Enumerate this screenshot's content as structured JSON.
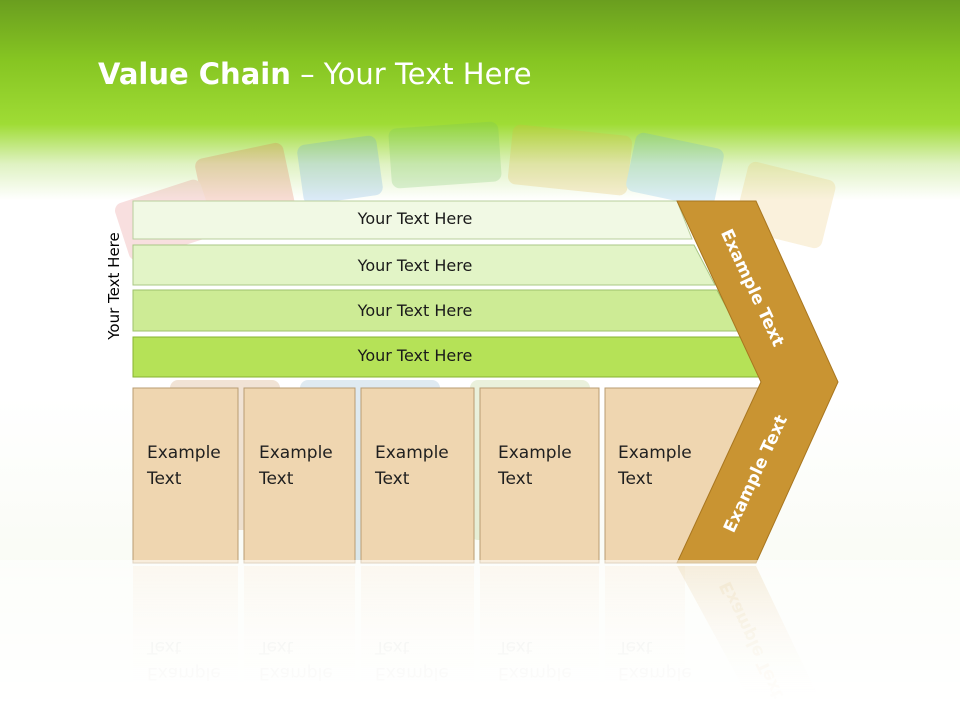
{
  "title": {
    "bold": "Value Chain",
    "rest": " – Your Text Here"
  },
  "side_label": "Your Text Here",
  "bars": [
    {
      "label": "Your Text Here"
    },
    {
      "label": "Your Text Here"
    },
    {
      "label": "Your Text Here"
    },
    {
      "label": "Your Text Here"
    }
  ],
  "boxes": [
    {
      "line1": "Example",
      "line2": "Text"
    },
    {
      "line1": "Example",
      "line2": "Text"
    },
    {
      "line1": "Example",
      "line2": "Text"
    },
    {
      "line1": "Example",
      "line2": "Text"
    },
    {
      "line1": "Example",
      "line2": "Text"
    }
  ],
  "chevron": {
    "upper": "Example Text",
    "lower": "Example Text"
  },
  "colors": {
    "header_green": "#8cc63f",
    "bar_fills": [
      "#f1f9e4",
      "#e2f4c6",
      "#cdeb95",
      "#b5e257"
    ],
    "box_fill": "#efd6b0",
    "chevron_fill": "#c99432"
  }
}
